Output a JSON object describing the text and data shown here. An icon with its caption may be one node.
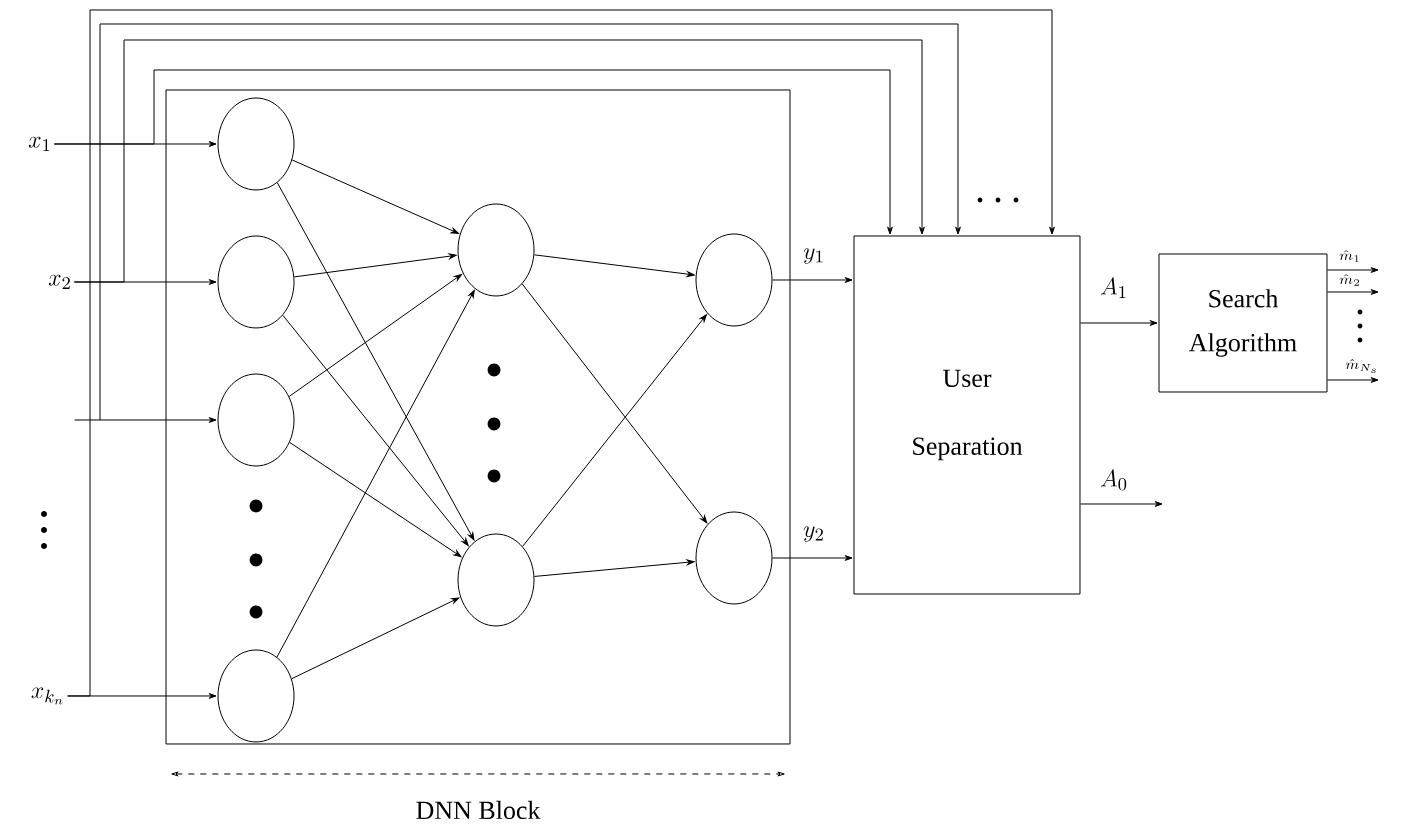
{
  "diagram": {
    "nodes": [
      {
        "text": [
          "DNN Block"
        ]
      },
      {
        "text": [],
        "shape": "circle",
        "in": 0
      },
      {
        "text": [],
        "shape": "circle",
        "in": 0
      },
      {
        "text": [],
        "shape": "circle",
        "in": 0
      },
      {
        "text": [],
        "shape": "circle",
        "in": 0
      },
      {
        "text": [],
        "shape": "circle",
        "in": 0
      },
      {
        "text": [],
        "shape": "circle",
        "in": 0
      },
      {
        "text": [],
        "shape": "circle",
        "in": 0
      },
      {
        "text": [],
        "shape": "circle",
        "in": 0
      },
      {
        "text": [
          "User Separation"
        ]
      },
      {
        "text": [
          "Search Algorithm"
        ]
      },
      {
        "text": [
          "x_1"
        ]
      },
      {
        "text": [
          "x_2"
        ]
      },
      {
        "text": [
          "x_{k_n}"
        ]
      }
    ],
    "edges": [
      {
        "from": 11,
        "to": 1,
        "arrow": "to"
      },
      {
        "from": 12,
        "to": 2,
        "arrow": "to"
      },
      {
        "from": null,
        "to": 3,
        "arrow": "to"
      },
      {
        "from": 13,
        "to": 4,
        "arrow": "to"
      },
      {
        "from": 1,
        "to": 5,
        "arrow": "to"
      },
      {
        "from": 1,
        "to": 6,
        "arrow": "to"
      },
      {
        "from": 2,
        "to": 5,
        "arrow": "to"
      },
      {
        "from": 2,
        "to": 6,
        "arrow": "to"
      },
      {
        "from": 3,
        "to": 5,
        "arrow": "to"
      },
      {
        "from": 3,
        "to": 6,
        "arrow": "to"
      },
      {
        "from": 4,
        "to": 5,
        "arrow": "to"
      },
      {
        "from": 4,
        "to": 6,
        "arrow": "to"
      },
      {
        "from": 5,
        "to": 7,
        "arrow": "to"
      },
      {
        "from": 5,
        "to": 8,
        "arrow": "to"
      },
      {
        "from": 6,
        "to": 7,
        "arrow": "to"
      },
      {
        "from": 6,
        "to": 8,
        "arrow": "to"
      },
      {
        "from": 7,
        "to": 9,
        "arrow": "to",
        "label": "y_1"
      },
      {
        "from": 8,
        "to": 9,
        "arrow": "to",
        "label": "y_2"
      },
      {
        "from": 11,
        "to": 9,
        "arrow": "to"
      },
      {
        "from": 12,
        "to": 9,
        "arrow": "to"
      },
      {
        "from": null,
        "to": 9,
        "arrow": "to"
      },
      {
        "from": 13,
        "to": 9,
        "arrow": "to"
      },
      {
        "from": 9,
        "to": 10,
        "arrow": "to",
        "label": "A_1"
      },
      {
        "from": 9,
        "to": null,
        "arrow": "to",
        "label": "A_0"
      },
      {
        "from": 10,
        "to": null,
        "arrow": "to",
        "label": "\\hat{m}_1"
      },
      {
        "from": 10,
        "to": null,
        "arrow": "to",
        "label": "\\hat{m}_2"
      },
      {
        "from": 10,
        "to": null,
        "arrow": "to",
        "label": "\\hat{m}_{N_s}"
      }
    ]
  }
}
